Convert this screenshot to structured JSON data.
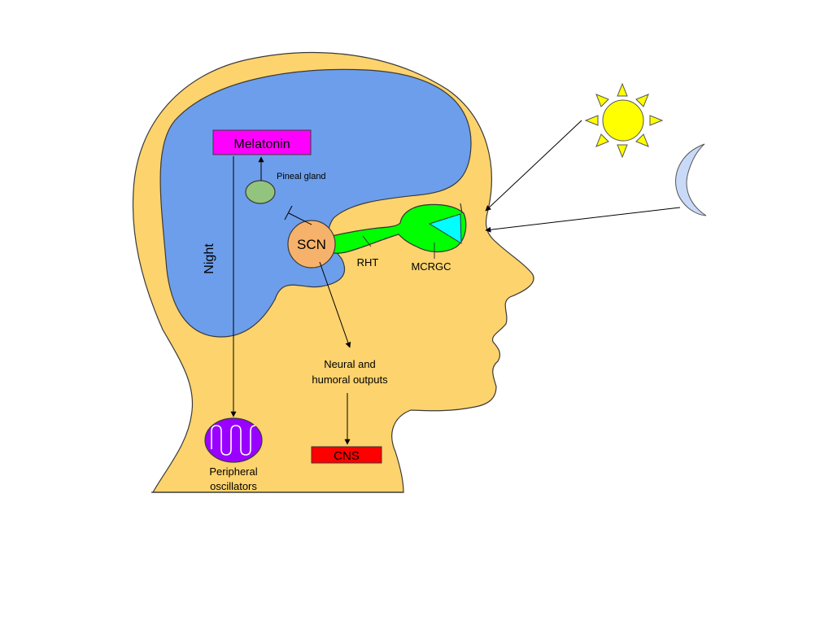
{
  "labels": {
    "melatonin": "Melatonin",
    "pineal_gland": "Pineal gland",
    "night": "Night",
    "scn": "SCN",
    "rht": "RHT",
    "mcrgc": "MCRGC",
    "neural_outputs_line1": "Neural and",
    "neural_outputs_line2": "humoral outputs",
    "cns": "CNS",
    "peripheral_line1": "Peripheral",
    "peripheral_line2": "oscillators"
  },
  "colors": {
    "head": "#fdd36d",
    "brain": "#6d9eeb",
    "pineal": "#93c47d",
    "scn": "#f6b26b",
    "melatonin_box": "#ff00ff",
    "cns_box": "#ff0000",
    "optic_pathway": "#00ff00",
    "retina": "#00ffff",
    "oscillator": "#9900ff",
    "sun": "#ffff00",
    "moon": "#c9daf8"
  },
  "icons": {
    "sun": "sun-icon",
    "moon": "moon-icon",
    "oscillator": "sine-wave-icon"
  }
}
